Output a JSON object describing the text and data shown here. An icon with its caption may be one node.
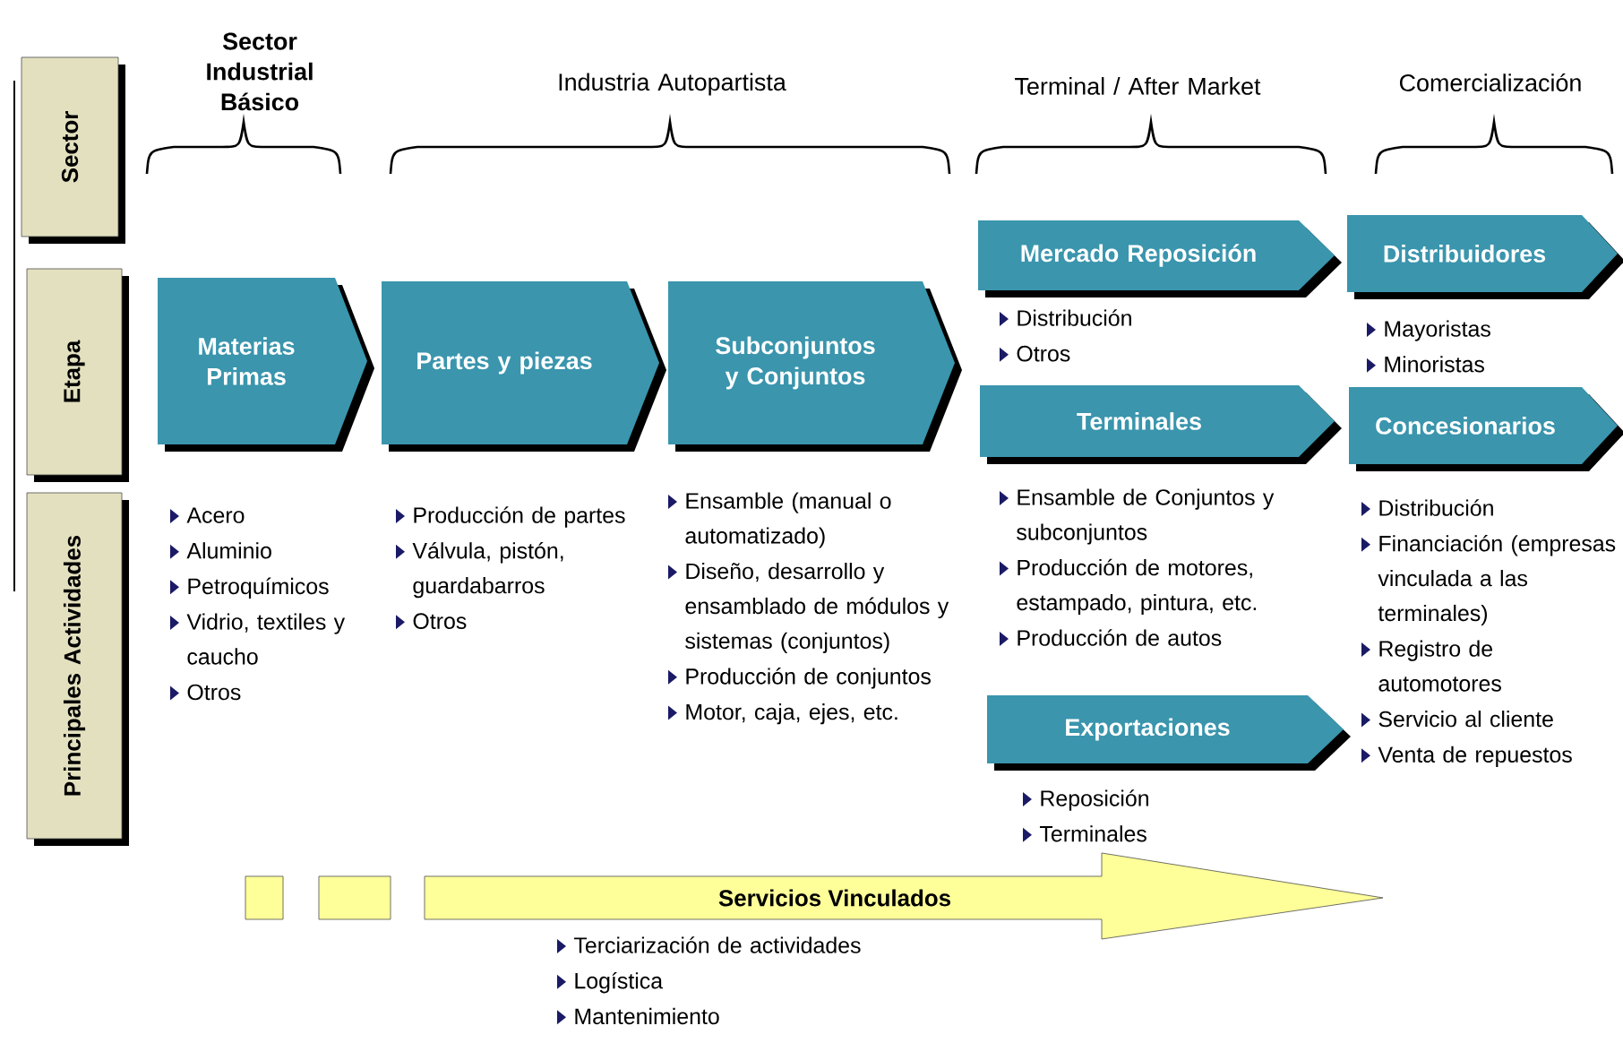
{
  "diagram": {
    "nodes": [
      {
        "text": [
          "Sector"
        ]
      },
      {
        "text": [
          "Etapa"
        ]
      },
      {
        "text": [
          "Principales Actividades"
        ]
      },
      {
        "text": [
          "Materias Primas"
        ],
        "beside": [
          "Acero",
          "Aluminio",
          "Petroquímicos",
          "Vidrio, textiles y caucho",
          "Otros"
        ]
      },
      {
        "text": [
          "Partes y piezas"
        ],
        "beside": [
          "Producción de partes",
          "Válvula, pistón, guardabarros",
          "Otros"
        ]
      },
      {
        "text": [
          "Subconjuntos y Conjuntos"
        ],
        "beside": [
          "Ensamble (manual o automatizado)",
          "Diseño, desarrollo y ensamblado de módulos y sistemas (conjuntos)",
          "Producción de conjuntos",
          "Motor, caja, ejes, etc."
        ]
      },
      {
        "text": [
          "Mercado Reposición"
        ],
        "beside": [
          "Distribución",
          "Otros"
        ]
      },
      {
        "text": [
          "Distribuidores"
        ],
        "beside": [
          "Mayoristas",
          "Minoristas"
        ]
      },
      {
        "text": [
          "Terminales"
        ],
        "beside": [
          "Ensamble de Conjuntos y subconjuntos",
          "Producción de motores, estampado, pintura, etc.",
          "Producción de autos"
        ]
      },
      {
        "text": [
          "Concesionarios"
        ],
        "beside": [
          "Distribución",
          "Financiación (empresas vinculada a las terminales)",
          "Registro de automotores",
          "Servicio al cliente",
          "Venta de repuestos"
        ]
      },
      {
        "text": [
          "Exportaciones"
        ],
        "beside": [
          "Reposición",
          "Terminales"
        ]
      },
      {
        "text": [],
        "shape": "box"
      },
      {
        "text": [],
        "shape": "box"
      },
      {
        "text": [
          "Servicios Vinculados"
        ],
        "beside": [
          "Terciarización de actividades",
          "Logística",
          "Mantenimiento"
        ]
      }
    ],
    "labels": [
      "Sector Industrial Básico",
      "Industria Autopartista",
      "Terminal / After Market",
      "Comercialización"
    ]
  }
}
